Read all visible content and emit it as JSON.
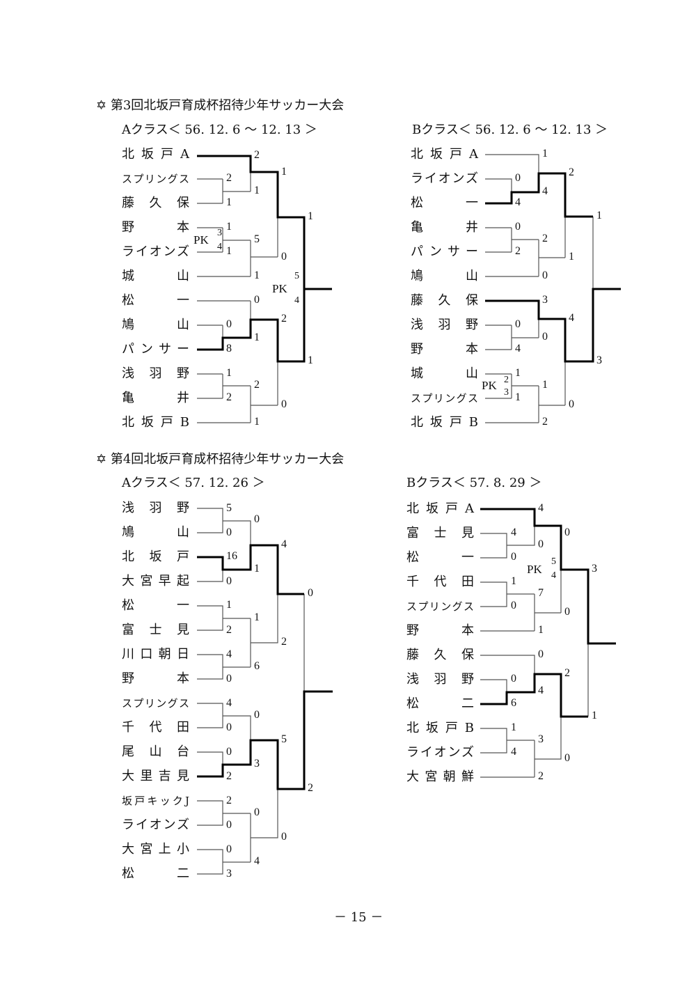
{
  "tournaments": [
    {
      "star": "✡",
      "title": "第3回北坂戸育成杯招待少年サッカー大会",
      "a": {
        "title": "Aクラス＜ 56. 12. 6 ～ 12. 13 ＞",
        "teams": [
          "北坂戸A",
          "スプリングス",
          "藤久保",
          "野本",
          "ライオンズ",
          "城山",
          "松一",
          "鳩山",
          "パンサー",
          "浅羽野",
          "亀井",
          "北坂戸B"
        ],
        "scores": [
          "2",
          "2",
          "1",
          "1",
          "1",
          "1",
          "1",
          "5",
          "1",
          "0",
          "1",
          "0",
          "0",
          "8",
          "1",
          "2",
          "1",
          "2",
          "2",
          "1",
          "0",
          "1"
        ],
        "pk": [
          {
            "label": "PK",
            "hi": "3",
            "lo": "4"
          },
          {
            "label": "PK",
            "hi": "5",
            "lo": "4"
          }
        ]
      },
      "b": {
        "title": "Bクラス＜ 56. 12. 6 ～ 12. 13 ＞",
        "teams": [
          "北坂戸A",
          "ライオンズ",
          "松一",
          "亀井",
          "パンサー",
          "鳩山",
          "藤久保",
          "浅羽野",
          "野本",
          "城山",
          "スプリングス",
          "北坂戸B"
        ],
        "scores": [
          "1",
          "0",
          "4",
          "4",
          "2",
          "0",
          "2",
          "2",
          "0",
          "1",
          "1",
          "3",
          "0",
          "4",
          "0",
          "4",
          "1",
          "1",
          "1",
          "2",
          "0",
          "3"
        ],
        "pk": [
          {
            "label": "PK",
            "hi": "2",
            "lo": "3"
          }
        ]
      }
    },
    {
      "star": "✡",
      "title": "第4回北坂戸育成杯招待少年サッカー大会",
      "a": {
        "title": "Aクラス＜ 57. 12. 26 ＞",
        "teams": [
          "浅羽野",
          "鳩山",
          "北坂戸",
          "大宮早起",
          "松一",
          "富士見",
          "川口朝日",
          "野本",
          "スプリングス",
          "千代田",
          "尾山台",
          "大里吉見",
          "坂戸キックJ",
          "ライオンズ",
          "大宮上小",
          "松二"
        ],
        "scores": [
          "5",
          "0",
          "0",
          "16",
          "0",
          "1",
          "4",
          "1",
          "2",
          "1",
          "4",
          "0",
          "6",
          "2",
          "0",
          "4",
          "0",
          "0",
          "0",
          "2",
          "3",
          "5",
          "2",
          "0",
          "0",
          "0",
          "3",
          "4",
          "0",
          "2"
        ],
        "pk": []
      },
      "b": {
        "title": "Bクラス＜ 57. 8. 29 ＞",
        "teams": [
          "北坂戸A",
          "富士見",
          "松一",
          "千代田",
          "スプリングス",
          "野本",
          "藤久保",
          "浅羽野",
          "松二",
          "北坂戸B",
          "ライオンズ",
          "大宮朝鮮"
        ],
        "scores": [
          "4",
          "4",
          "0",
          "0",
          "0",
          "1",
          "0",
          "7",
          "1",
          "0",
          "3",
          "0",
          "0",
          "6",
          "4",
          "2",
          "1",
          "4",
          "3",
          "2",
          "0",
          "1"
        ],
        "pk": [
          {
            "label": "PK",
            "hi": "5",
            "lo": "4"
          }
        ]
      }
    }
  ],
  "page_number": "－ 15 －"
}
